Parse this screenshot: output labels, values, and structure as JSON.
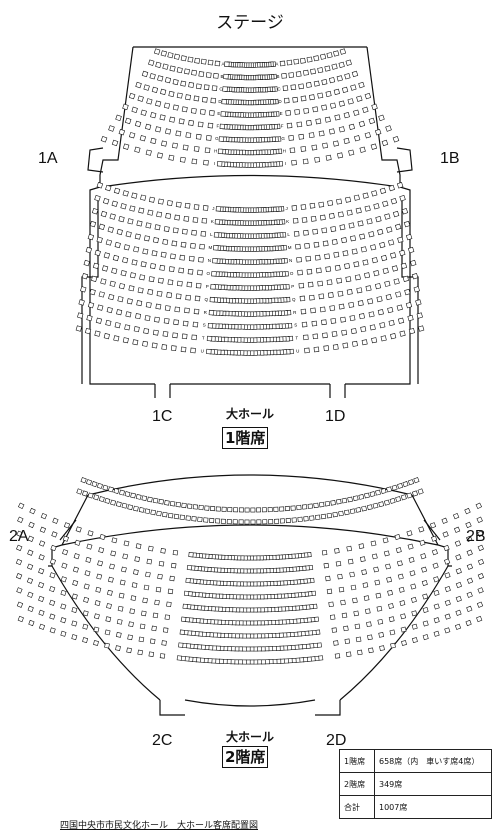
{
  "stage_label": "ステージ",
  "floor1": {
    "door_a": "1A",
    "door_b": "1B",
    "door_c": "1C",
    "door_d": "1D",
    "hall_name": "大ホール",
    "floor_label": "1階席",
    "row_letters_front": [
      "A",
      "B",
      "C",
      "D",
      "E",
      "F",
      "G",
      "H",
      "I"
    ],
    "row_letters_back": [
      "J",
      "K",
      "L",
      "M",
      "N",
      "O",
      "P",
      "Q",
      "R",
      "S",
      "T",
      "U"
    ]
  },
  "floor2": {
    "door_a": "2A",
    "door_b": "2B",
    "door_c": "2C",
    "door_d": "2D",
    "hall_name": "大ホール",
    "floor_label": "2階席"
  },
  "summary": {
    "rows": [
      {
        "label": "1階席",
        "value": "658席（内　車いす席4席）"
      },
      {
        "label": "2階席",
        "value": "349席"
      },
      {
        "label": "合計",
        "value": "1007席"
      }
    ]
  },
  "caption": "四国中央市市民文化ホール　大ホール客席配置図",
  "colors": {
    "line": "#111111",
    "seat": "#ffffff",
    "background": "#ffffff"
  }
}
